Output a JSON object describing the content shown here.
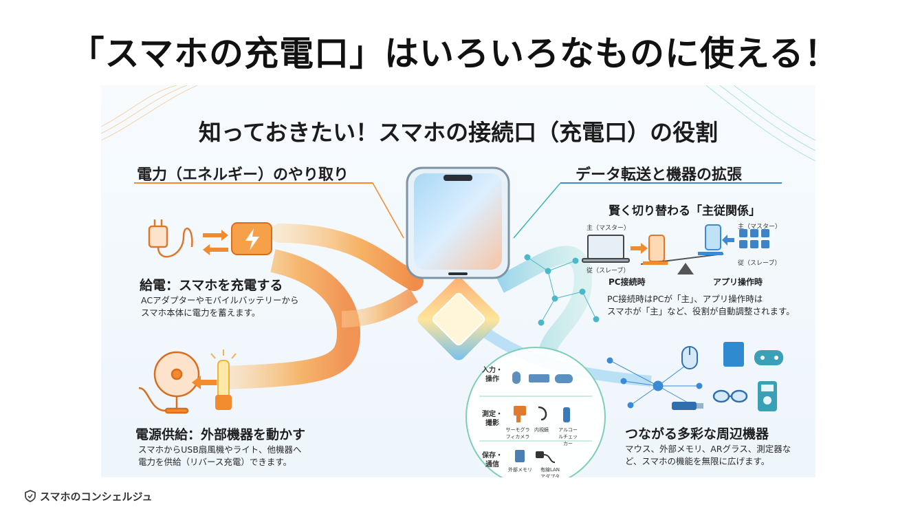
{
  "page_title": "「スマホの充電口」はいろいろなものに使える！",
  "subtitle": "知っておきたい！スマホの接続口（充電口）の役割",
  "left": {
    "heading": "電力（エネルギー）のやり取り",
    "charge": {
      "title": "給電：スマホを充電する",
      "desc_lines": [
        "ACアダプターやモバイルバッテリーから",
        "スマホ本体に電力を蓄えます。"
      ]
    },
    "supply": {
      "title": "電源供給：外部機器を動かす",
      "desc_lines": [
        "スマホからUSB扇風機やライト、他機器へ",
        "電力を供給（リバース充電）できます。"
      ]
    }
  },
  "right": {
    "heading": "データ転送と機器の拡張",
    "master_slave": {
      "title": "賢く切り替わる「主従関係」",
      "master_label": "主（マスター）",
      "slave_label": "従（スレーブ）",
      "pc_mode": "PC接続時",
      "app_mode": "アプリ操作時",
      "desc_lines": [
        "PC接続時はPCが「主」、アプリ操作時は",
        "スマホが「主」など、役割が自動調整されます。"
      ]
    },
    "peripherals": {
      "title": "つながる多彩な周辺機器",
      "desc_lines": [
        "マウス、外部メモリ、ARグラス、測定器な",
        "ど、スマホの機能を無限に広げます。"
      ]
    }
  },
  "inset": {
    "rows": [
      {
        "label": "入力・操作",
        "items": []
      },
      {
        "label": "測定・撮影",
        "items": [
          "サーモグラフィカメラ",
          "内視鏡",
          "アルコールチェッカー"
        ]
      },
      {
        "label": "保存・通信",
        "items": [
          "外部メモリ",
          "有線LANアダプタ"
        ]
      }
    ]
  },
  "footer": {
    "brand": "スマホのコンシェルジュ"
  },
  "colors": {
    "orange": "#f28a2e",
    "teal": "#3bb6b0",
    "blue": "#3a8ad6"
  }
}
